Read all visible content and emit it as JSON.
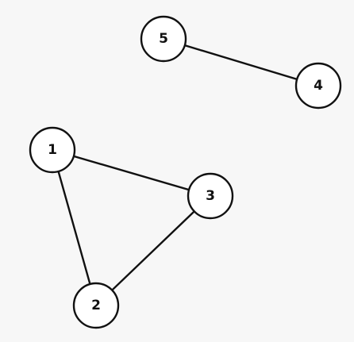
{
  "graph": {
    "nodes": [
      {
        "id": "1",
        "label": "1"
      },
      {
        "id": "2",
        "label": "2"
      },
      {
        "id": "3",
        "label": "3"
      },
      {
        "id": "4",
        "label": "4"
      },
      {
        "id": "5",
        "label": "5"
      }
    ],
    "edges": [
      {
        "from": "5",
        "to": "4"
      },
      {
        "from": "1",
        "to": "3"
      },
      {
        "from": "1",
        "to": "2"
      },
      {
        "from": "3",
        "to": "2"
      }
    ]
  }
}
